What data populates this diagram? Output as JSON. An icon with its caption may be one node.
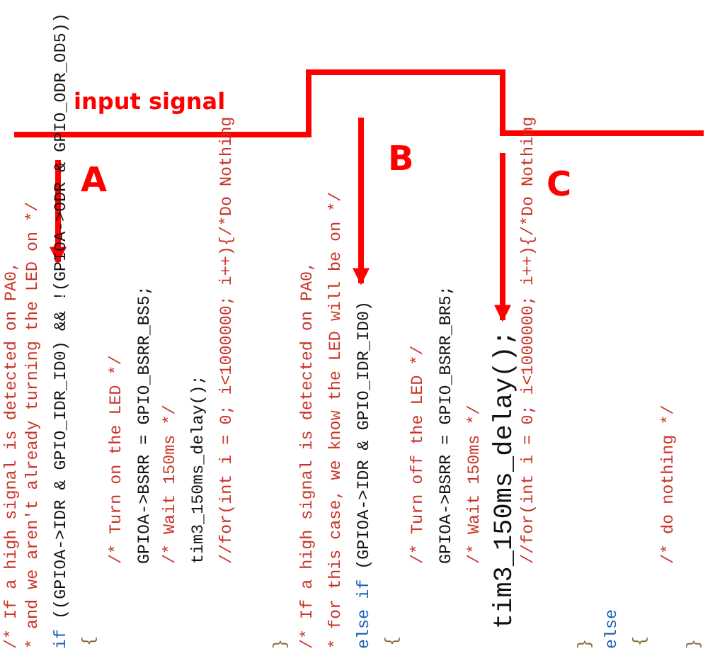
{
  "diagram": {
    "nodes": [
      {
        "text": [
          "if ((GPIOA->IDR & GPIO_IDR_ID0) && !(GPIOA->ODR & GPIO_ODR_OD5))"
        ]
      },
      {
        "text": [
          "else if (GPIOA->IDR & GPIO_IDR_ID0)"
        ]
      },
      {
        "text": [
          "tim3_150ms_delay();"
        ]
      }
    ],
    "edges": [
      {
        "from": null,
        "to": 0,
        "arrow": "to"
      },
      {
        "from": null,
        "to": 1,
        "arrow": "to"
      },
      {
        "from": null,
        "to": 2,
        "arrow": "to"
      }
    ],
    "labels": [
      "input signal",
      "A",
      "B",
      "C",
      "/* If a high signal is detected on PA0,",
      "* and we aren't already turning the LED on */",
      "{",
      "/* Turn on the LED */",
      "GPIOA->BSRR = GPIO_BSRR_BS5;",
      "/* Wait 150ms */",
      "tim3_150ms_delay();",
      "//for(int i = 0; i<1000000; i++){/*Do Nothing",
      "}",
      "/* If a high signal is detected on PA0,",
      "* for this case, we know the LED will be on */",
      "{",
      "/* Turn off the LED */",
      "GPIOA->BSRR = GPIO_BSRR_BR5;",
      "/* Wait 150ms */",
      "//for(int i = 0; i<1000000; i++){/*Do Nothing",
      "}",
      "else",
      "{",
      "/* do nothing */",
      "}"
    ]
  }
}
